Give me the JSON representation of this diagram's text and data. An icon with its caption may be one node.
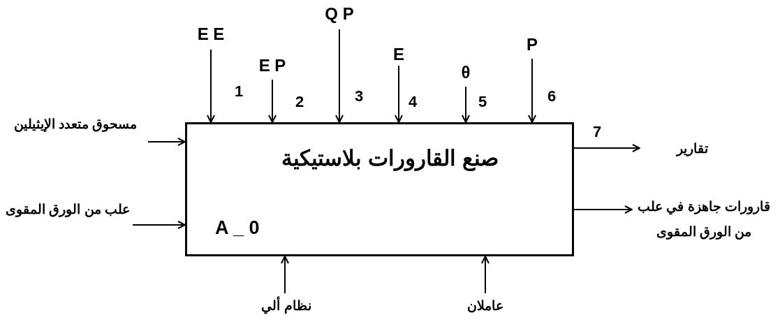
{
  "diagram": {
    "nodes": [
      {
        "text": [
          "صنع القارورات بلاستيكية",
          "A _ 0"
        ]
      },
      {
        "text": [
          "مسحوق متعدد الإيثيلين"
        ]
      },
      {
        "text": [
          "علب من الورق المقوى"
        ]
      },
      {
        "text": [
          "E E"
        ]
      },
      {
        "text": [
          "E P"
        ]
      },
      {
        "text": [
          "Q P"
        ]
      },
      {
        "text": [
          "E"
        ]
      },
      {
        "text": [
          "θ"
        ]
      },
      {
        "text": [
          "P"
        ]
      },
      {
        "text": [
          "تقارير"
        ]
      },
      {
        "text": [
          "قارورات جاهزة في علب من الورق المقوى"
        ]
      },
      {
        "text": [
          "نظام ألي"
        ]
      },
      {
        "text": [
          "عاملان"
        ]
      }
    ],
    "edges": [
      {
        "from": 1,
        "to": 0,
        "arrow": "to"
      },
      {
        "from": 2,
        "to": 0,
        "arrow": "to"
      },
      {
        "from": 3,
        "to": 0,
        "arrow": "to",
        "label": "1"
      },
      {
        "from": 4,
        "to": 0,
        "arrow": "to",
        "label": "2"
      },
      {
        "from": 5,
        "to": 0,
        "arrow": "to",
        "label": "3"
      },
      {
        "from": 6,
        "to": 0,
        "arrow": "to",
        "label": "4"
      },
      {
        "from": 7,
        "to": 0,
        "arrow": "to",
        "label": "5"
      },
      {
        "from": 8,
        "to": 0,
        "arrow": "to",
        "label": "6"
      },
      {
        "from": 0,
        "to": 9,
        "arrow": "to",
        "label": "7"
      },
      {
        "from": 0,
        "to": 10,
        "arrow": "to"
      },
      {
        "from": 11,
        "to": 0,
        "arrow": "to"
      },
      {
        "from": 12,
        "to": 0,
        "arrow": "to"
      }
    ]
  }
}
